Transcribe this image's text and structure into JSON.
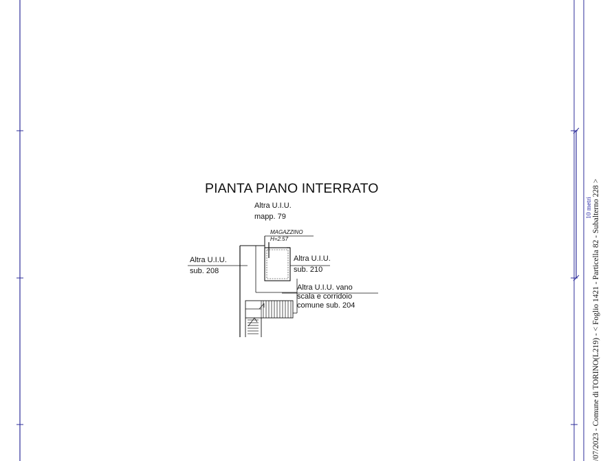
{
  "drawing": {
    "title": "PIANTA PIANO INTERRATO",
    "labels": {
      "north_line1": "Altra U.I.U.",
      "north_line2": "mapp. 79",
      "west_line1": "Altra U.I.U.",
      "west_line2": "sub. 208",
      "east_line1": "Altra U.I.U.",
      "east_line2": "sub. 210",
      "south_line1": "Altra U.I.U. vano",
      "south_line2": "scala e corridoio",
      "south_line3": "comune sub. 204"
    },
    "room": {
      "name": "MAGAZZINO",
      "height": "H=2.57"
    }
  },
  "margin": {
    "document_reference": "/07/2023 - Comune di TORINO(L219) - <  Foglio 1421 - Particella  82 - Subalterno 228 >",
    "scale_label": "10 metri"
  },
  "colors": {
    "frame": "#2b2b9a",
    "ink": "#111111"
  }
}
